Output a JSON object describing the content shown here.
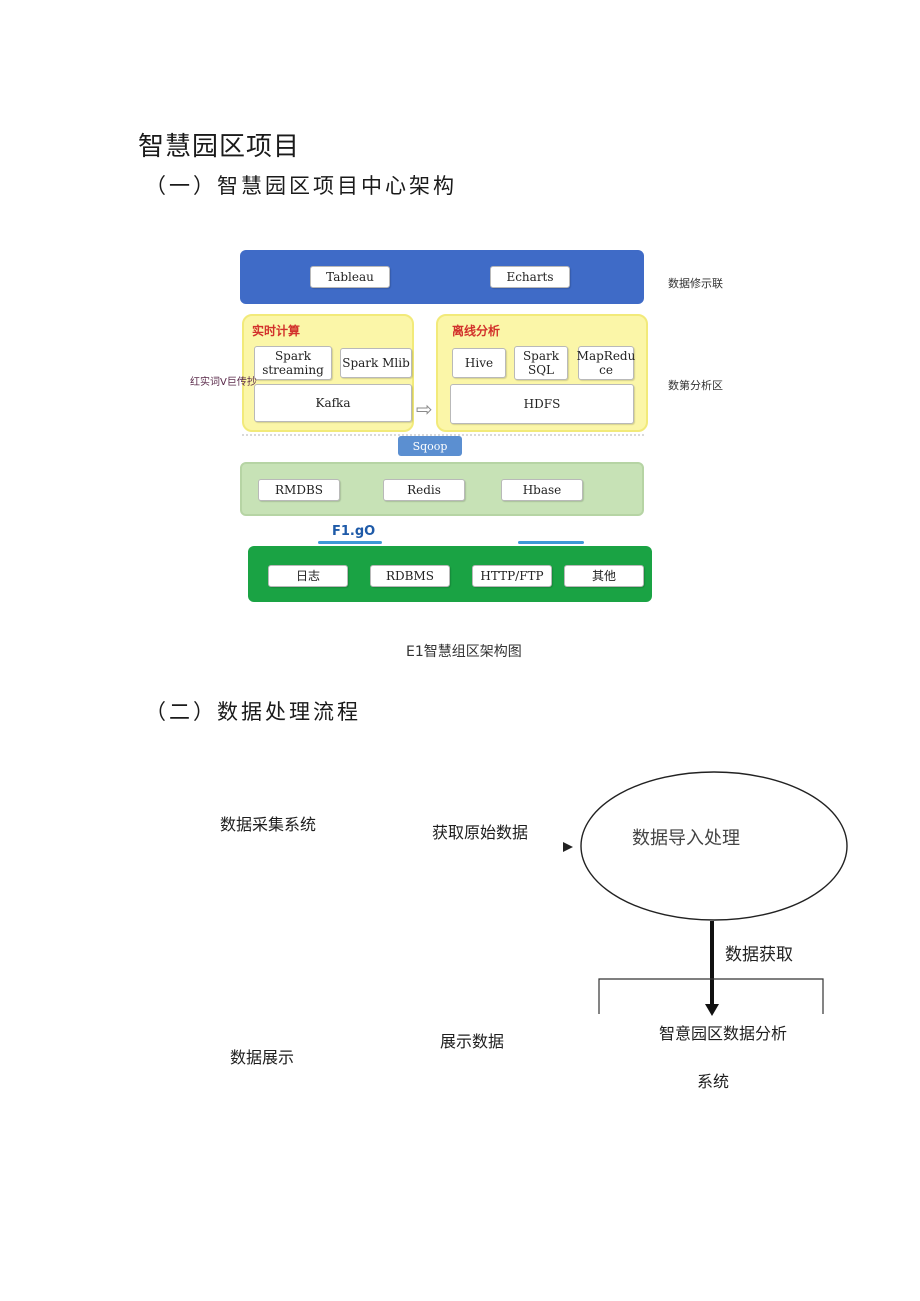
{
  "doc": {
    "title": "智慧园区项目",
    "section1": "（一）智慧园区项目中心架构",
    "section2": "（二）数据处理流程"
  },
  "arch": {
    "top_row": [
      "Tableau",
      "Echarts"
    ],
    "realtime": {
      "title": "实时计算",
      "items": [
        "Spark\nstreaming",
        "Spark Mlib",
        "Kafka"
      ]
    },
    "offline": {
      "title": "离线分析",
      "items": [
        "Hive",
        "Spark\nSQL",
        "MapRedu\nce",
        "HDFS"
      ]
    },
    "sqoop": "Sqoop",
    "storage": [
      "RMDBS",
      "Redis",
      "Hbase"
    ],
    "flume_label": "F1.gO",
    "sources": [
      "日志",
      "RDBMS",
      "HTTP/FTP",
      "其他"
    ],
    "right_labels": [
      "数据修示联",
      "数第分析区"
    ],
    "left_label": "红实词V巨传抄",
    "caption": "E1智慧组区架构图",
    "colors": {
      "blue": "#3f6bc7",
      "yellow": "#fbf6a8",
      "light_green": "#c7e2b6",
      "green": "#1aa344",
      "sqoop": "#5b8fd1"
    }
  },
  "flow": {
    "collect": "数据采集系统",
    "get_raw": "获取原始数据",
    "import": "数据导入处理",
    "fetch": "数据获取",
    "show": "数据展示",
    "show_data": "展示数据",
    "analysis_line1": "智意园区数据分析",
    "analysis_line2": "系统"
  }
}
